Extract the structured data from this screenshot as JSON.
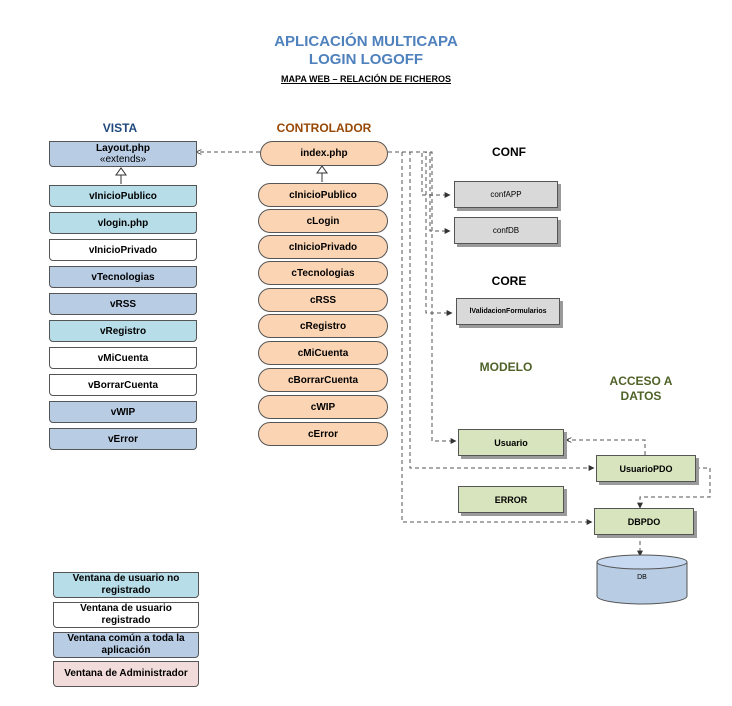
{
  "header": {
    "title_line1": "APLICACIÓN MULTICAPA",
    "title_line2": "LOGIN LOGOFF",
    "subtitle": "MAPA WEB – RELACIÓN DE FICHEROS"
  },
  "sections": {
    "vista": "VISTA",
    "controlador": "CONTROLADOR",
    "conf": "CONF",
    "core": "CORE",
    "modelo": "MODELO",
    "acceso_datos": "ACCESO A DATOS"
  },
  "vista": {
    "layout_line1": "Layout.php",
    "layout_line2": "«extends»",
    "items": [
      "vInicioPublico",
      "vlogin.php",
      "vInicioPrivado",
      "vTecnologias",
      "vRSS",
      "vRegistro",
      "vMiCuenta",
      "vBorrarCuenta",
      "vWIP",
      "vError"
    ]
  },
  "controlador": {
    "index": "index.php",
    "items": [
      "cInicioPublico",
      "cLogin",
      "cInicioPrivado",
      "cTecnologias",
      "cRSS",
      "cRegistro",
      "cMiCuenta",
      "cBorrarCuenta",
      "cWIP",
      "cError"
    ]
  },
  "conf": {
    "items": [
      "confAPP",
      "confDB"
    ]
  },
  "core": {
    "item": "lValidacionFormularios"
  },
  "modelo": {
    "usuario": "Usuario",
    "error": "ERROR"
  },
  "acceso_datos": {
    "usuario_pdo": "UsuarioPDO",
    "dbpdo": "DBPDO",
    "db": "DB"
  },
  "legend": {
    "items": [
      "Ventana de usuario no registrado",
      "Ventana de usuario registrado",
      "Ventana común a toda la aplicación",
      "Ventana de Administrador"
    ]
  },
  "colors": {
    "title": "#4f81bd",
    "controlador_heading": "#984806",
    "modelo_heading": "#4f6228",
    "vista_heading": "#1f497d",
    "view_blue": "#b8cce4",
    "view_cyan": "#b7dde8",
    "view_white": "#ffffff",
    "view_pink": "#f2dcdb",
    "controller_fill": "#fbd4b4",
    "conf_fill": "#d9d9d9",
    "model_fill": "#d7e4bd"
  }
}
